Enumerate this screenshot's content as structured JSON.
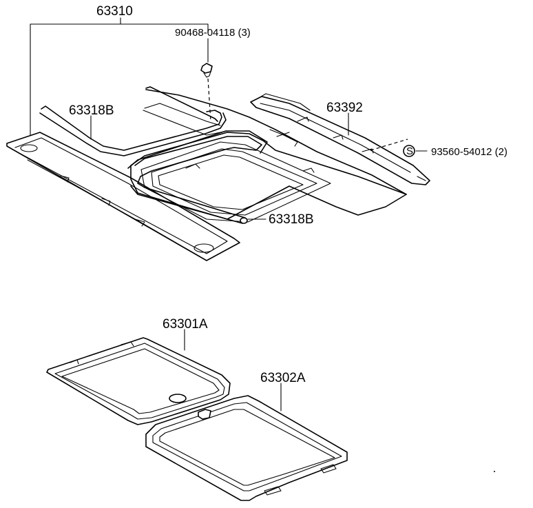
{
  "parts": {
    "p63310": "63310",
    "p90468": "90468-04118 (3)",
    "p63318B_top": "63318B",
    "p63392": "63392",
    "p93560": "93560-54012 (2)",
    "p93560_symbol": "S",
    "p63318B_right": "63318B",
    "p63301A": "63301A",
    "p63302A": "63302A"
  }
}
